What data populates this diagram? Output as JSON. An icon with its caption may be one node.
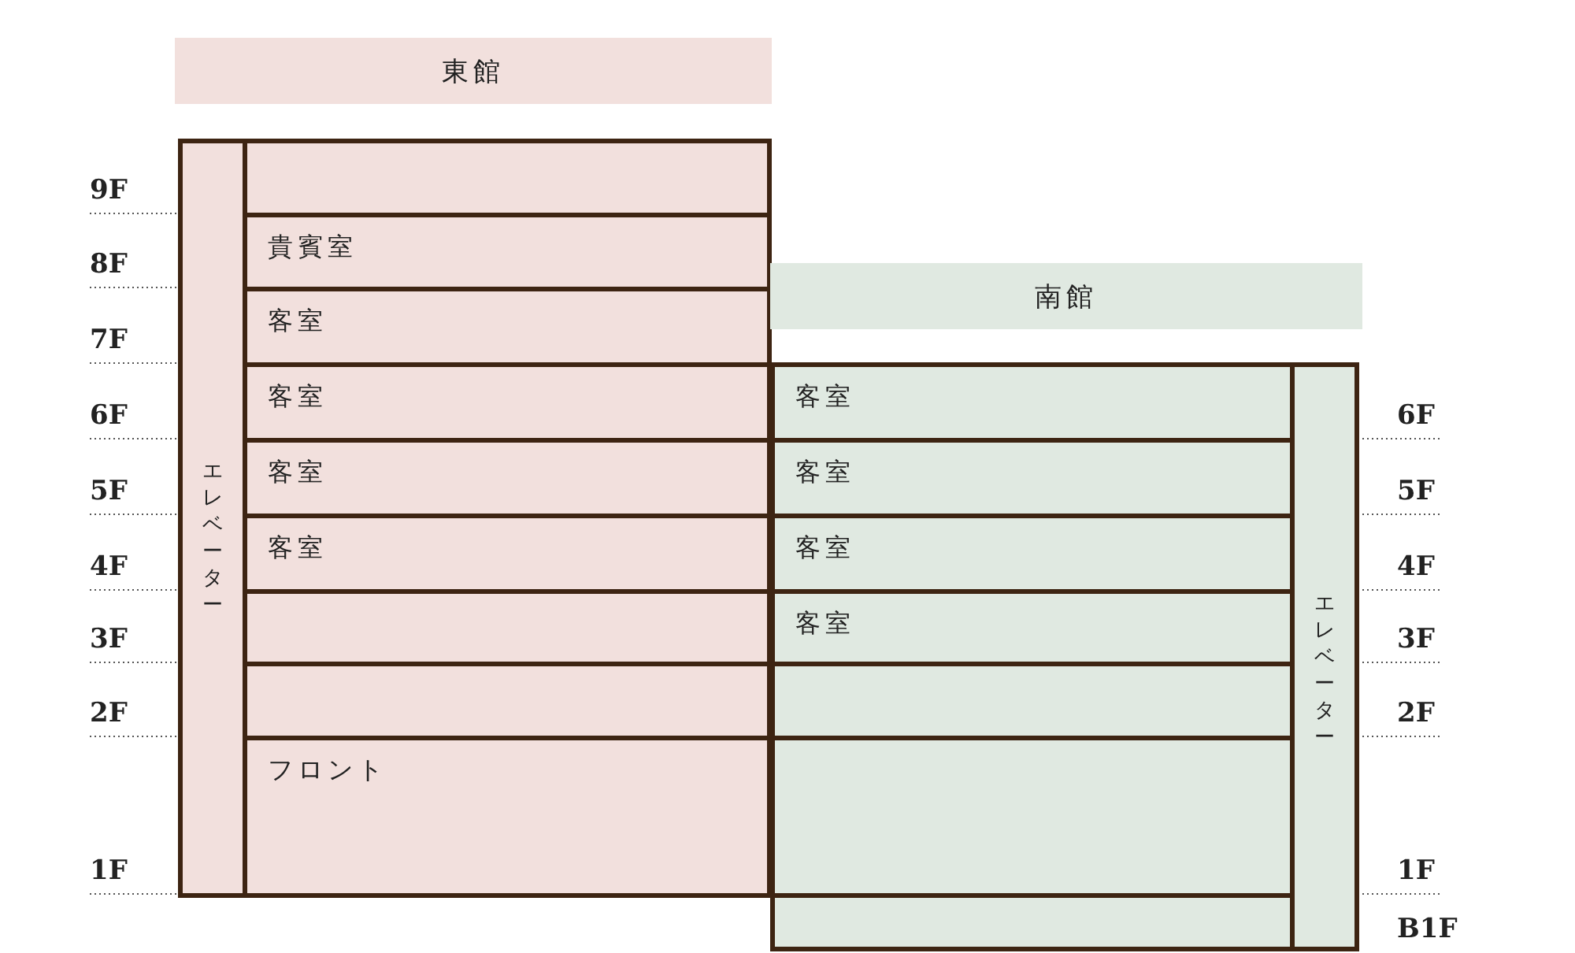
{
  "diagram": {
    "nodes": [
      {
        "text": [
          "東館"
        ]
      },
      {
        "text": [
          "エレベーター"
        ]
      },
      {
        "text": [],
        "shape": "box"
      },
      {
        "text": [
          "貴賓室"
        ]
      },
      {
        "text": [
          "客室"
        ]
      },
      {
        "text": [
          "客室"
        ]
      },
      {
        "text": [
          "客室"
        ]
      },
      {
        "text": [
          "客室"
        ]
      },
      {
        "text": [],
        "shape": "box"
      },
      {
        "text": [],
        "shape": "box"
      },
      {
        "text": [
          "フロント"
        ]
      },
      {
        "text": [
          "南館"
        ]
      },
      {
        "text": [
          "客室"
        ]
      },
      {
        "text": [
          "客室"
        ]
      },
      {
        "text": [
          "客室"
        ]
      },
      {
        "text": [
          "客室"
        ]
      },
      {
        "text": [],
        "shape": "box"
      },
      {
        "text": [],
        "shape": "box"
      },
      {
        "text": [],
        "shape": "box"
      },
      {
        "text": [
          "エレベーター"
        ]
      }
    ],
    "edges": [],
    "labels": [
      "9F",
      "8F",
      "7F",
      "6F",
      "5F",
      "4F",
      "3F",
      "2F",
      "1F",
      "6F",
      "5F",
      "4F",
      "3F",
      "2F",
      "1F",
      "B1F"
    ]
  }
}
